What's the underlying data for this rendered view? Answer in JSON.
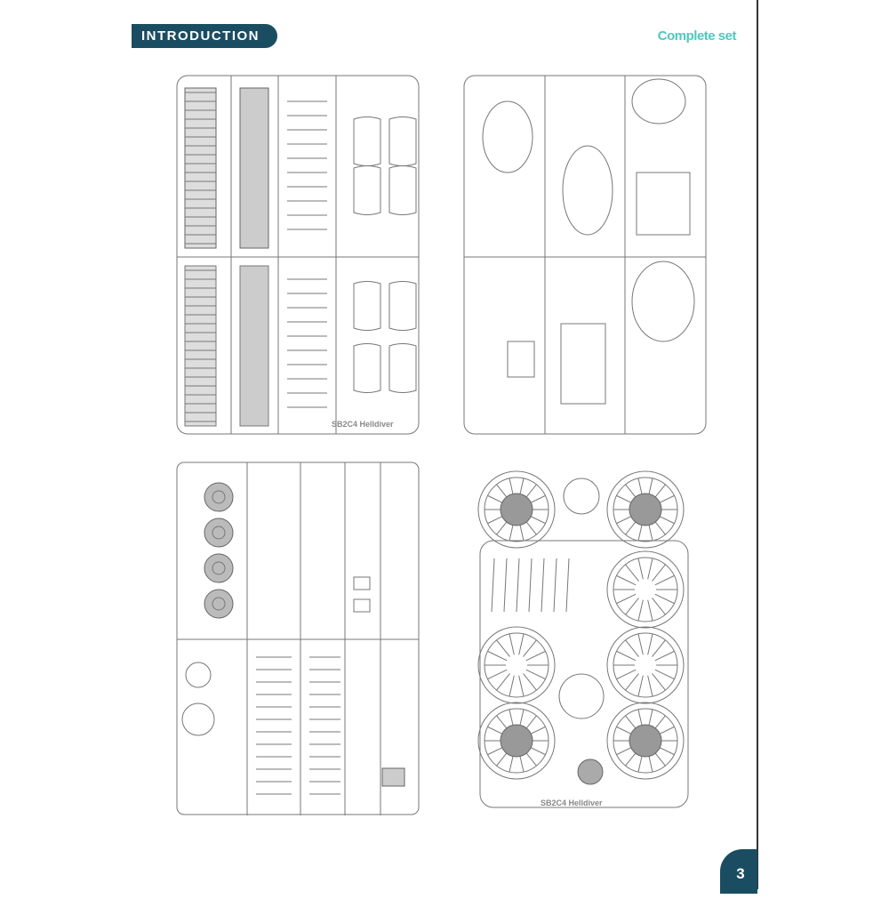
{
  "header": {
    "section_title": "INTRODUCTION",
    "subtitle": "Complete set"
  },
  "sprues": [
    {
      "id": "A",
      "label": "SB2C4 Helldiver"
    },
    {
      "id": "B",
      "label": ""
    },
    {
      "id": "C",
      "label": ""
    },
    {
      "id": "D",
      "label": "SB2C4 Helldiver"
    }
  ],
  "footer": {
    "page_number": "3"
  },
  "colors": {
    "accent_dark": "#1b4d62",
    "accent_teal": "#4ec9bf"
  }
}
